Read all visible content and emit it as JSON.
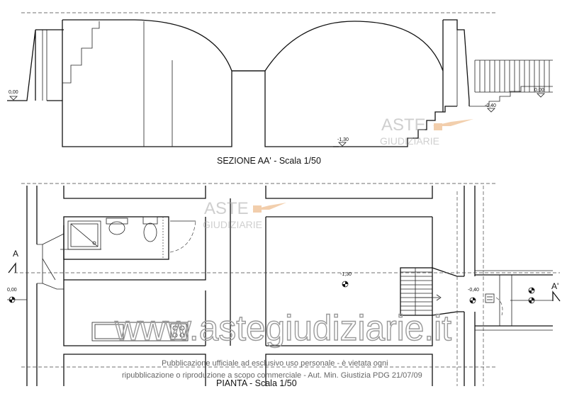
{
  "section": {
    "title": "SEZIONE AA' - Scala 1/50",
    "levels": {
      "left": "0,00",
      "right": "0,00",
      "step": "-0,40",
      "floor": "-1,30"
    }
  },
  "plan": {
    "title": "PIANTA - Scala 1/50",
    "cut_left": "A",
    "cut_right": "A'",
    "levels": {
      "left": "0,00",
      "center": "-1,30",
      "right": "-0,40"
    }
  },
  "watermark": {
    "brand_top": "ASTE",
    "brand_bottom": "GIUDIZIARIE",
    "site": "www.astegiudiziarie.it",
    "notice_line1": "Pubblicazione ufficiale ad esclusivo uso personale - è vietata ogni",
    "notice_line2": "ripubblicazione o riproduzione a scopo commerciale - Aut. Min. Giustizia PDG 21/07/09"
  },
  "colors": {
    "ink": "#111111",
    "watermark": "#9a9a9a",
    "brand_orange": "#e8a76a"
  }
}
